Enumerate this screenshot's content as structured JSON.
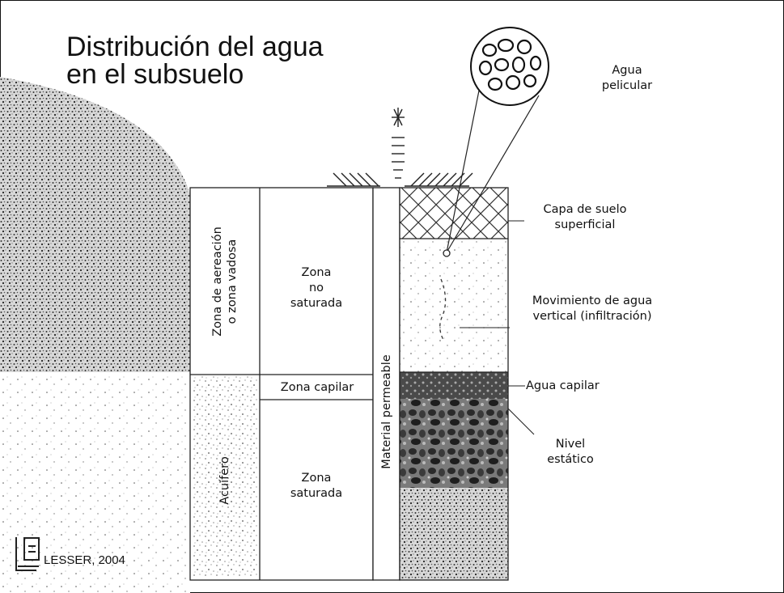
{
  "title": {
    "line1": "Distribución del agua",
    "line2": "en el subsuelo"
  },
  "zones": {
    "aeration": {
      "line1": "Zona de aereación",
      "line2": "o zona vadosa"
    },
    "unsaturated": {
      "line1": "Zona",
      "line2": "no",
      "line3": "saturada"
    },
    "capillary": "Zona capilar",
    "aquifer": "Acuífero",
    "saturated": {
      "line1": "Zona",
      "line2": "saturada"
    },
    "permeable": "Material permeable"
  },
  "callouts": {
    "film_water": {
      "line1": "Agua",
      "line2": "pelicular"
    },
    "topsoil": {
      "line1": "Capa de suelo",
      "line2": "superficial"
    },
    "infiltration": {
      "line1": "Movimiento de agua",
      "line2": "vertical (infiltración)"
    },
    "capillary_water": "Agua capilar",
    "static_level": {
      "line1": "Nivel",
      "line2": "estático"
    }
  },
  "credit": "LESSER, 2004"
}
